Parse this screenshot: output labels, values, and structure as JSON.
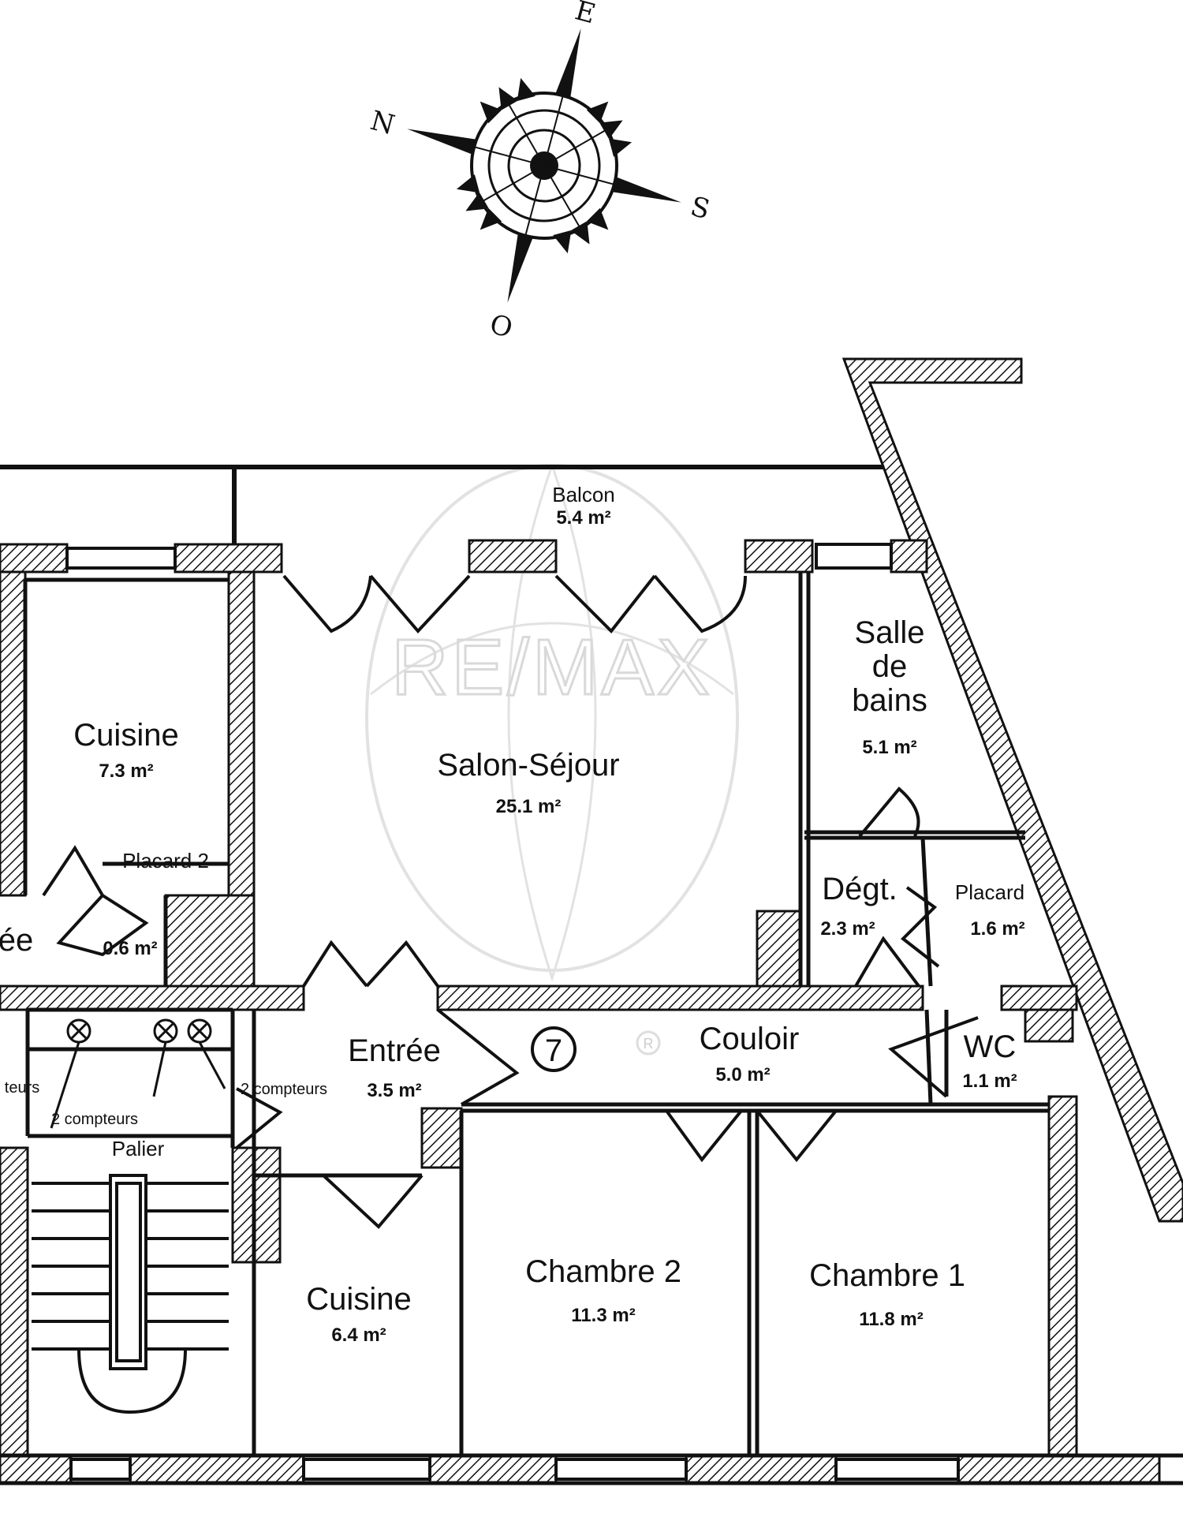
{
  "watermark": "RE/MAX",
  "compass": {
    "north": "N",
    "east": "E",
    "south": "S",
    "west": "O"
  },
  "rooms": {
    "balcon": {
      "name": "Balcon",
      "area": "5.4 m²"
    },
    "cuisine_top": {
      "name": "Cuisine",
      "area": "7.3 m²"
    },
    "placard_2": {
      "name": "Placard 2"
    },
    "ee_fragment": {
      "name": "ée"
    },
    "placard_small": {
      "area": "0.6 m²"
    },
    "salon": {
      "name": "Salon-Séjour",
      "area": "25.1 m²"
    },
    "sdb": {
      "line1": "Salle",
      "line2": "de",
      "line3": "bains",
      "area": "5.1 m²"
    },
    "degt": {
      "name": "Dégt.",
      "area": "2.3 m²"
    },
    "placard_right": {
      "name": "Placard",
      "area": "1.6 m²"
    },
    "entree": {
      "name": "Entrée",
      "area": "3.5 m²"
    },
    "couloir": {
      "name": "Couloir",
      "area": "5.0 m²"
    },
    "wc": {
      "name": "WC",
      "area": "1.1 m²"
    },
    "palier": {
      "name": "Palier"
    },
    "cuisine_bottom": {
      "name": "Cuisine",
      "area": "6.4 m²"
    },
    "chambre2": {
      "name": "Chambre 2",
      "area": "11.3 m²"
    },
    "chambre1": {
      "name": "Chambre 1",
      "area": "11.8 m²"
    }
  },
  "meters": {
    "left_cut": "teurs",
    "under": "2 compteurs",
    "right": "2 compteurs"
  },
  "apartment_number": "7",
  "registered_mark": "R"
}
